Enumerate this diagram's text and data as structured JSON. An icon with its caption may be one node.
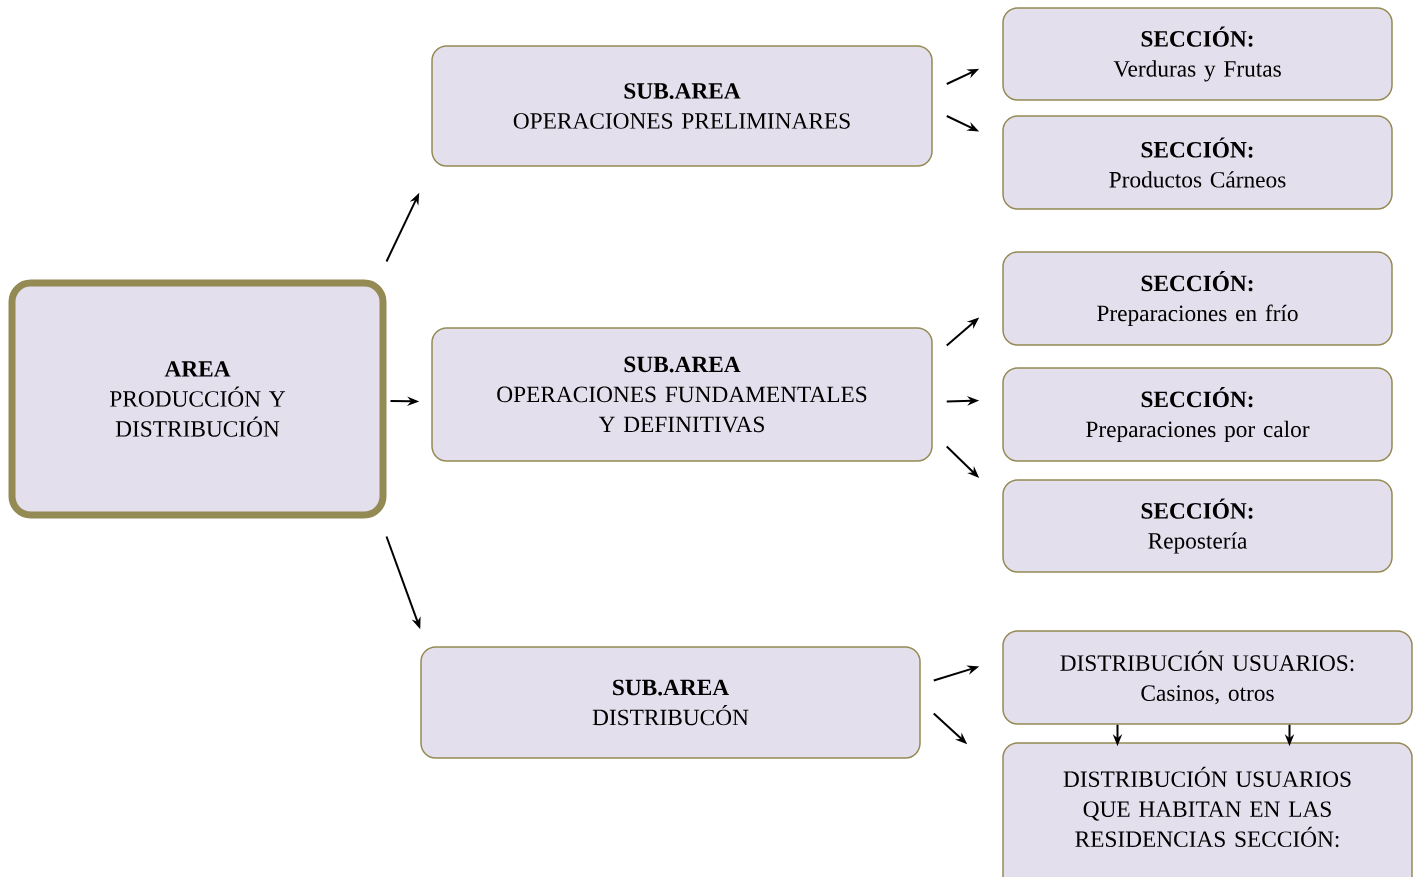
{
  "diagram": {
    "nodes": [
      {
        "text": [
          "AREA",
          "PRODUCCIÓN Y DISTRIBUCIÓN"
        ]
      },
      {
        "text": [
          "SUB.AREA",
          "OPERACIONES PRELIMINARES"
        ]
      },
      {
        "text": [
          "SECCIÓN:",
          "Verduras y Frutas"
        ]
      },
      {
        "text": [
          "SECCIÓN:",
          "Productos Cárneos"
        ]
      },
      {
        "text": [
          "SUB.AREA",
          "OPERACIONES FUNDAMENTALES Y DEFINITIVAS"
        ]
      },
      {
        "text": [
          "SECCIÓN:",
          "Preparaciones en frío"
        ]
      },
      {
        "text": [
          "SECCIÓN:",
          "Preparaciones por calor"
        ]
      },
      {
        "text": [
          "SECCIÓN:",
          "Repostería"
        ]
      },
      {
        "text": [
          "SUB.AREA",
          "DISTRIBUCÓN"
        ]
      },
      {
        "text": [
          "DISTRIBUCIÓN USUARIOS:",
          "Casinos, otros"
        ]
      },
      {
        "text": [
          "DISTRIBUCIÓN USUARIOS QUE HABITAN EN LAS RESIDENCIAS SECCIÓN:"
        ]
      }
    ],
    "edges": [
      {
        "from": 0,
        "to": 1,
        "arrow": "to"
      },
      {
        "from": 0,
        "to": 4,
        "arrow": "to"
      },
      {
        "from": 0,
        "to": 8,
        "arrow": "to"
      },
      {
        "from": 1,
        "to": 2,
        "arrow": "to"
      },
      {
        "from": 1,
        "to": 3,
        "arrow": "to"
      },
      {
        "from": 4,
        "to": 5,
        "arrow": "to"
      },
      {
        "from": 4,
        "to": 6,
        "arrow": "to"
      },
      {
        "from": 4,
        "to": 7,
        "arrow": "to"
      },
      {
        "from": 8,
        "to": 9,
        "arrow": "to"
      },
      {
        "from": 8,
        "to": 10,
        "arrow": "to"
      },
      {
        "from": 9,
        "to": 10,
        "arrow": "to"
      },
      {
        "from": 9,
        "to": 10,
        "arrow": "to"
      }
    ]
  }
}
